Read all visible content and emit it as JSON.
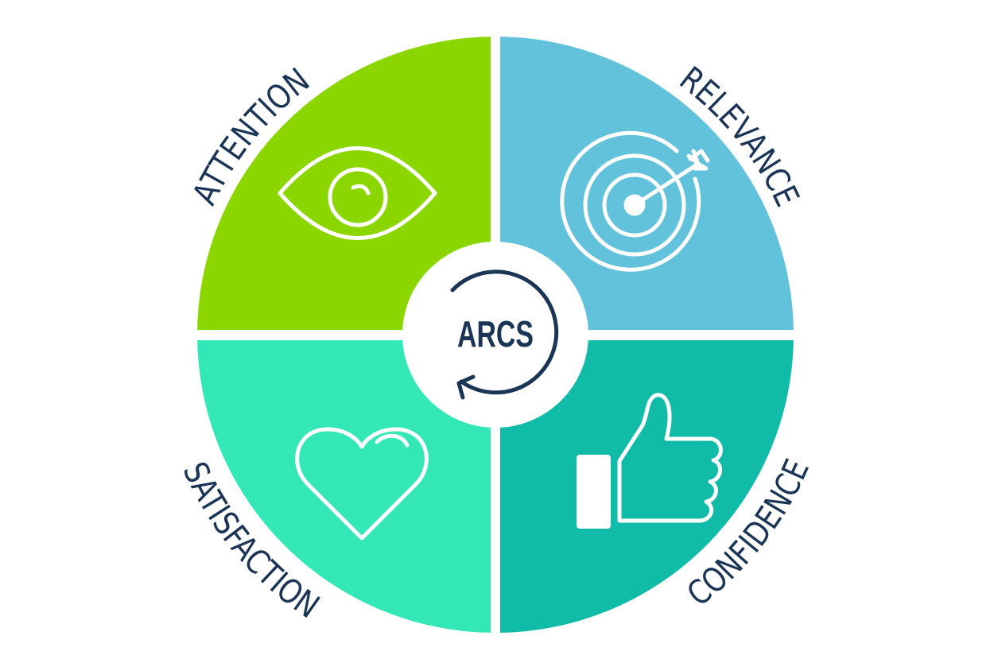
{
  "center": {
    "label": "ARCS",
    "icon": "cycle-arrow-icon"
  },
  "quadrants": [
    {
      "label": "ATTENTION",
      "icon": "eye-icon",
      "color": "#8cd600"
    },
    {
      "label": "RELEVANCE",
      "icon": "target-arrow-icon",
      "color": "#62c2dc"
    },
    {
      "label": "SATISFACTION",
      "icon": "heart-icon",
      "color": "#33e8b6"
    },
    {
      "label": "CONFIDENCE",
      "icon": "thumbs-up-icon",
      "color": "#10bba7"
    }
  ],
  "text_color": "#1b3557"
}
